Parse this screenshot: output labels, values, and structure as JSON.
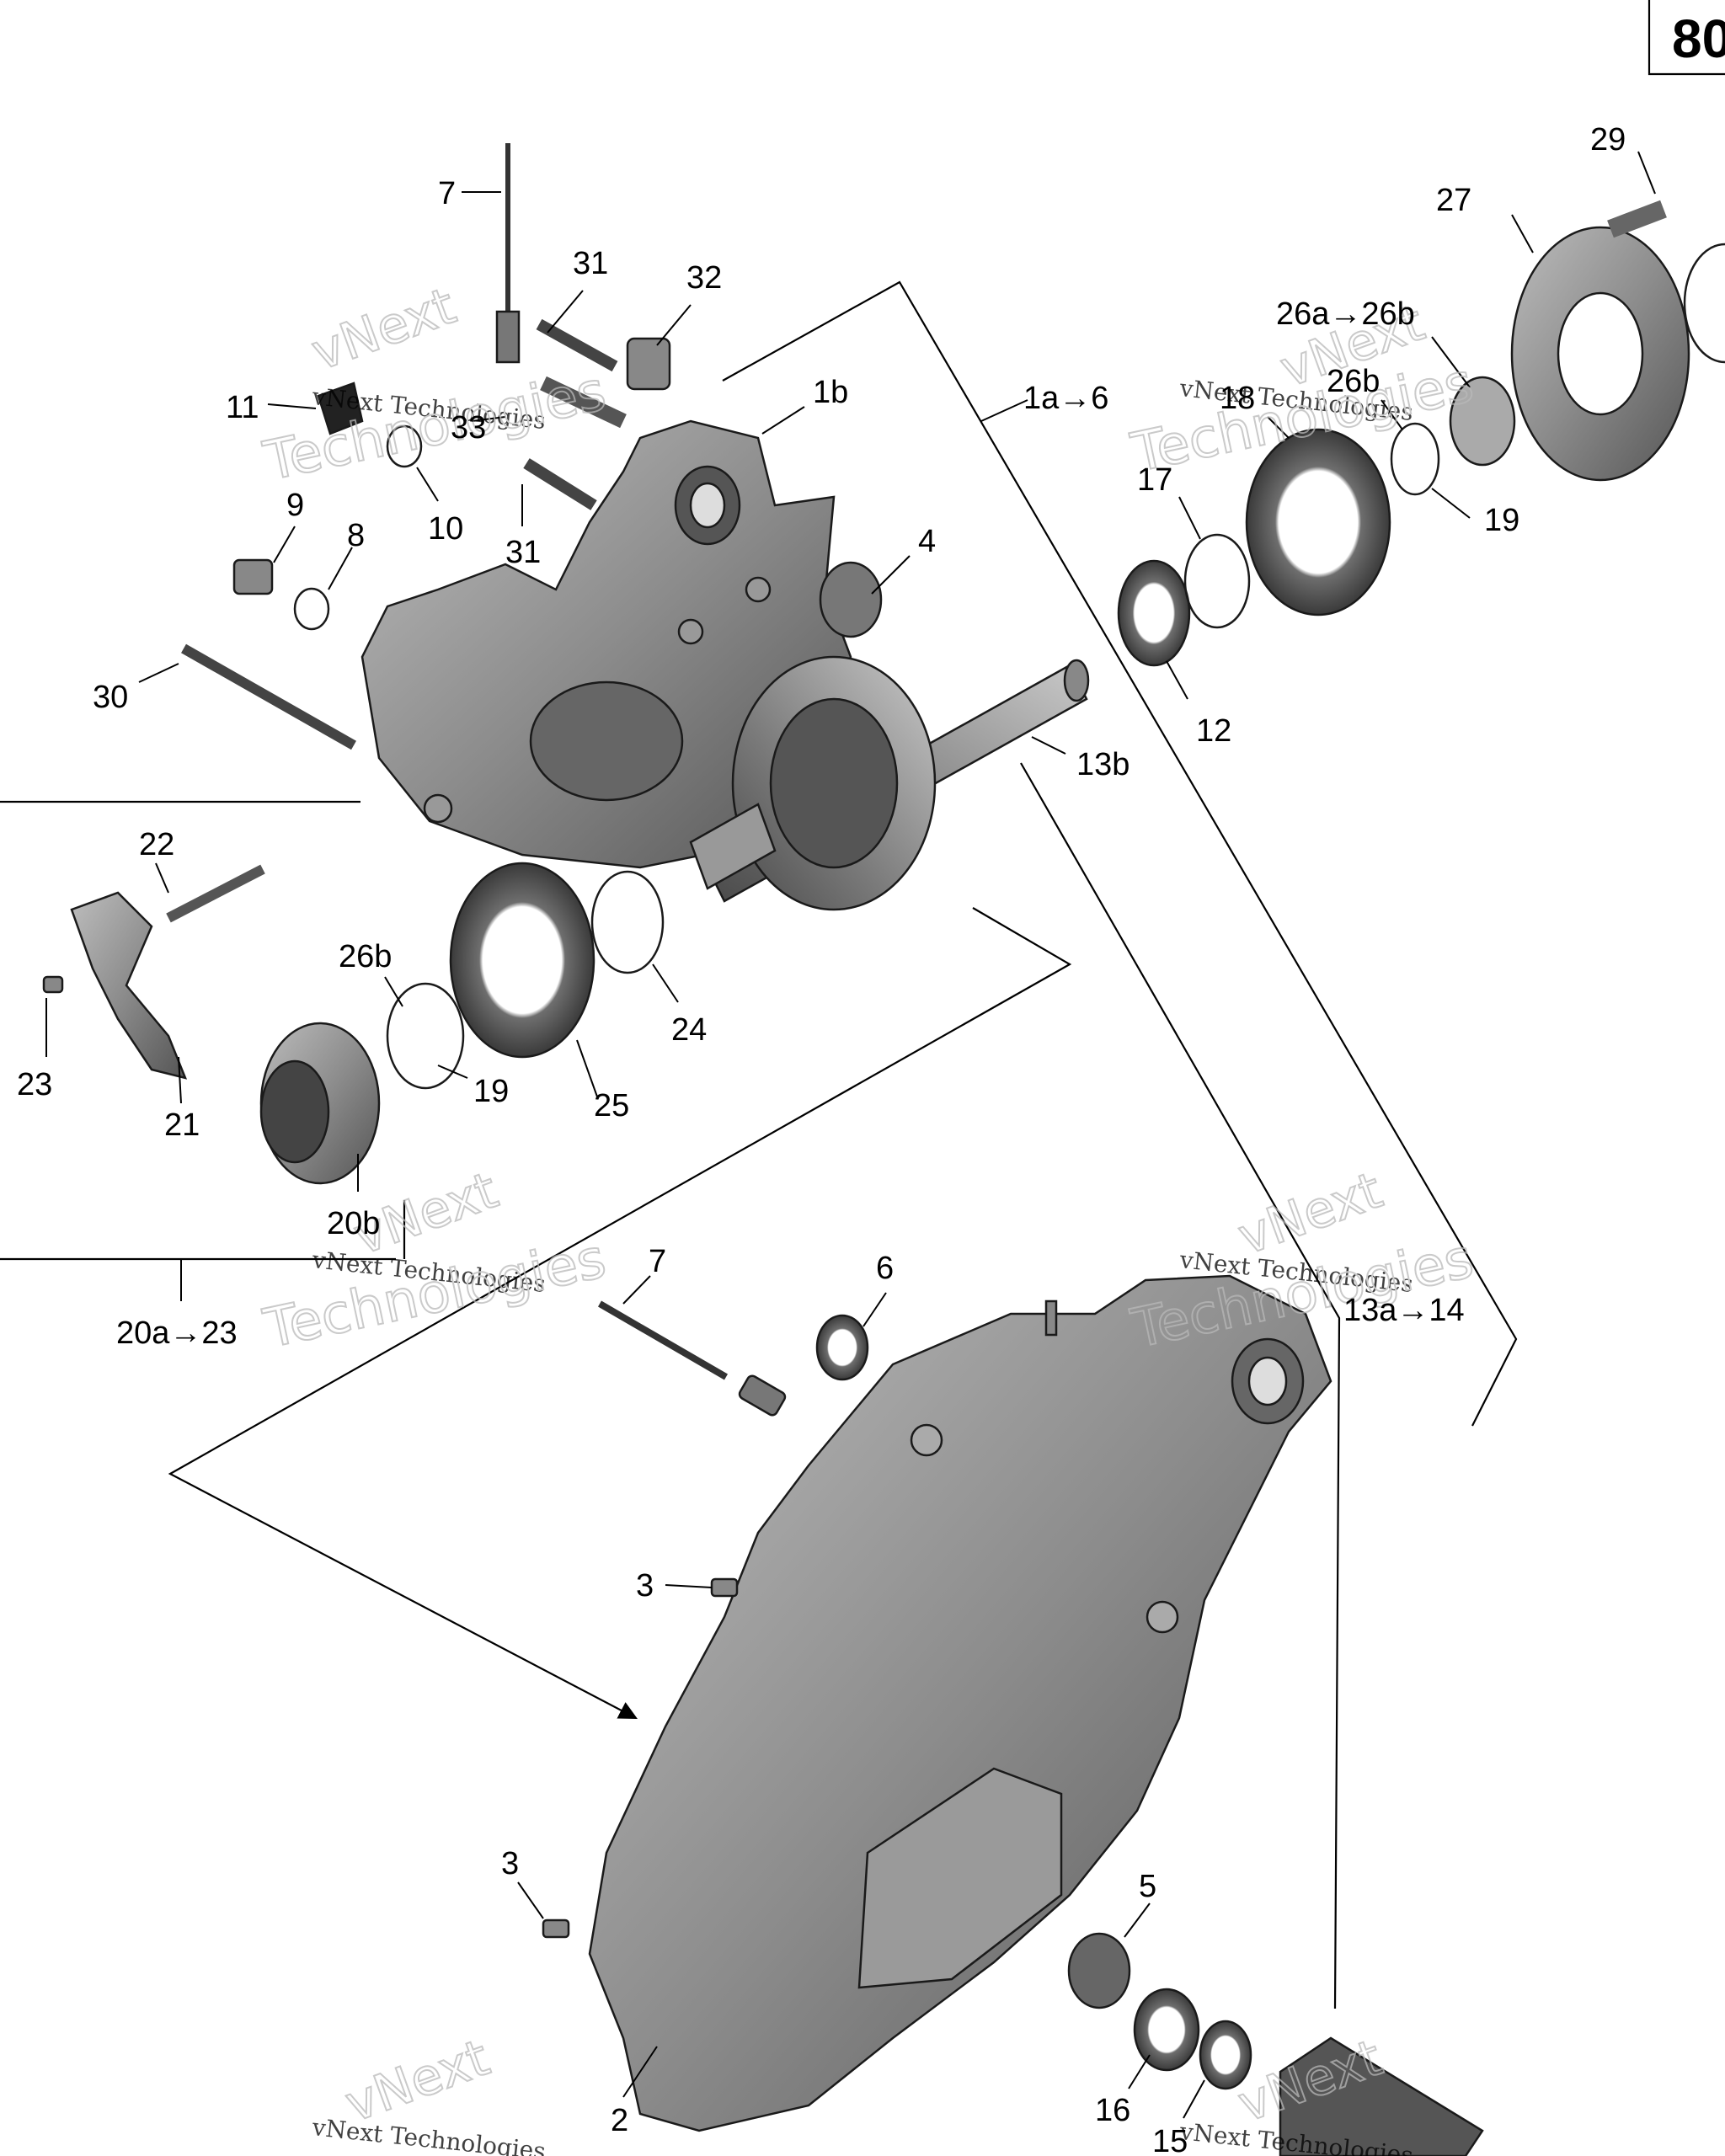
{
  "page_number": "80",
  "watermark": {
    "brand": "vNext",
    "line1": "vNext Technologies",
    "line2": "Technologies"
  },
  "group_labels": {
    "g1a6": "1a→6",
    "g13a14": "13a→14",
    "g20a23": "20a→23",
    "g26a26b": "26a→26b"
  },
  "callouts": {
    "c1b": "1b",
    "c2": "2",
    "c3a": "3",
    "c3b": "3",
    "c4": "4",
    "c5": "5",
    "c6": "6",
    "c7a": "7",
    "c7b": "7",
    "c8": "8",
    "c9": "9",
    "c10": "10",
    "c11": "11",
    "c12": "12",
    "c13b": "13b",
    "c15": "15",
    "c16": "16",
    "c17": "17",
    "c18": "18",
    "c19a": "19",
    "c19b": "19",
    "c20b": "20b",
    "c21": "21",
    "c22": "22",
    "c23": "23",
    "c24": "24",
    "c25": "25",
    "c26b_a": "26b",
    "c26b_b": "26b",
    "c27": "27",
    "c29": "29",
    "c30": "30",
    "c31a": "31",
    "c31b": "31",
    "c32": "32",
    "c33": "33"
  },
  "colors": {
    "part_fill": "#8c8c8c",
    "part_dark": "#3c3c3c",
    "part_light": "#bdbdbd"
  }
}
